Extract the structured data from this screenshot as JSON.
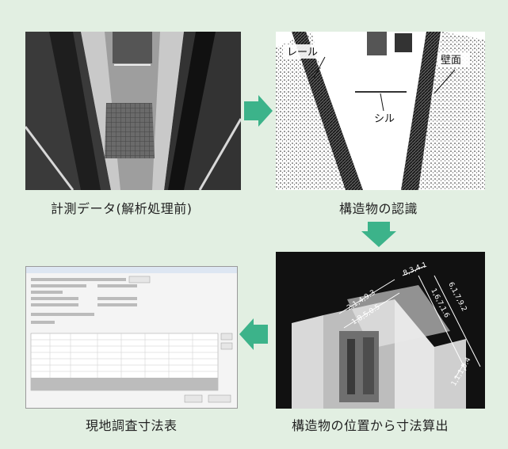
{
  "colors": {
    "background": "#e2efe2",
    "arrow": "#3cb38a"
  },
  "steps": [
    {
      "caption": "計測データ(解析処理前)"
    },
    {
      "caption": "構造物の認識",
      "labels": {
        "rail": "レール",
        "wall": "壁面",
        "sill": "シル"
      }
    },
    {
      "caption": "構造物の位置から寸法算出",
      "dimensions": [
        "2,1,4,9.3",
        "1,8,5,0.5",
        "8,3,4.1",
        "1,6,7,1.6",
        "6,1,7,9.2",
        "1,1,1,5.4"
      ]
    },
    {
      "caption": "現地調査寸法表"
    }
  ],
  "arrows": [
    "arrow-right-icon",
    "arrow-down-icon",
    "arrow-left-icon"
  ]
}
